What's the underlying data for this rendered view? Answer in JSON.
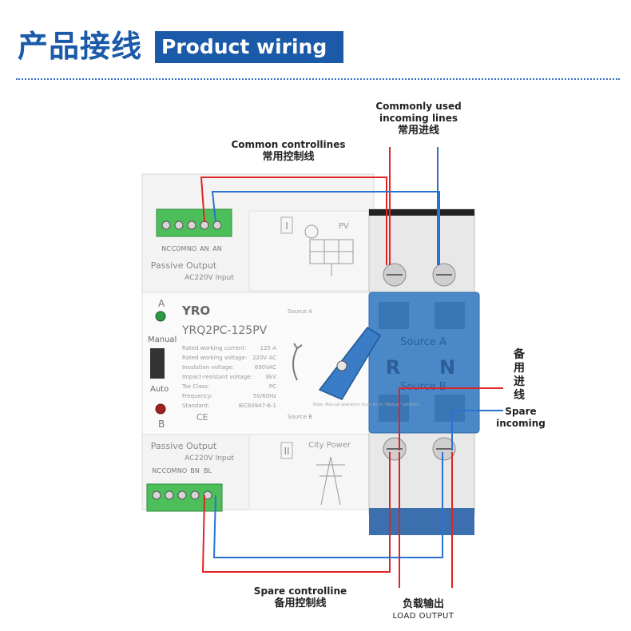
{
  "header": {
    "title_cn": "产品接线",
    "title_en": "Product wiring"
  },
  "labels": {
    "common_incoming_en": "Commonly used incoming lines",
    "common_incoming_cn": "常用进线",
    "common_control_en": "Common controllines",
    "common_control_cn": "常用控制线",
    "spare_incoming_cn": "备用进线",
    "spare_incoming_en": "Spare incoming",
    "spare_control_en": "Spare controlline",
    "spare_control_cn": "备用控制线",
    "load_output_cn": "负载输出",
    "load_output_en": "Load output"
  },
  "device": {
    "brand": "YRO",
    "model": "YRQ2PC-125PV",
    "indicator_a": "A",
    "indicator_b": "B",
    "mode_manual": "Manual",
    "mode_auto": "Auto",
    "source_a": "Source A",
    "source_b": "Source B",
    "source_i_roman": "I",
    "source_ii_roman": "II",
    "pv_label": "PV",
    "city_power": "City Power",
    "passive_output": "Passive Output",
    "ac_input": "AC220V Input",
    "terminal_top": [
      "NC",
      "COM",
      "NO",
      "AN",
      "AN"
    ],
    "terminal_bottom": [
      "NC",
      "COM",
      "NO",
      "BN",
      "BL"
    ],
    "specs": [
      {
        "k": "Rated working current:",
        "v": "125  A"
      },
      {
        "k": "Rated working voltage:",
        "v": "220V AC"
      },
      {
        "k": "Insulation voltage:",
        "v": "690VAC"
      },
      {
        "k": "Impact-resistant voltage:",
        "v": "8kV"
      },
      {
        "k": "Tse Class:",
        "v": "PC"
      },
      {
        "k": "Frequency:",
        "v": "50/60Hz"
      },
      {
        "k": "Standard:",
        "v": "IEC60947-6-1"
      }
    ],
    "ce_mark": "CE",
    "note": "Note: Manual operation must be in \"Manual\" position",
    "cover_source_a": "Source A",
    "cover_source_b": "Source B",
    "cover_r": "R",
    "cover_n": "N"
  },
  "colors": {
    "brand_blue": "#1a5aa8",
    "wire_red": "#e02424",
    "wire_blue": "#2a72d0",
    "cover_blue": "#4a88c8",
    "terminal_green": "#4cbf5a"
  }
}
